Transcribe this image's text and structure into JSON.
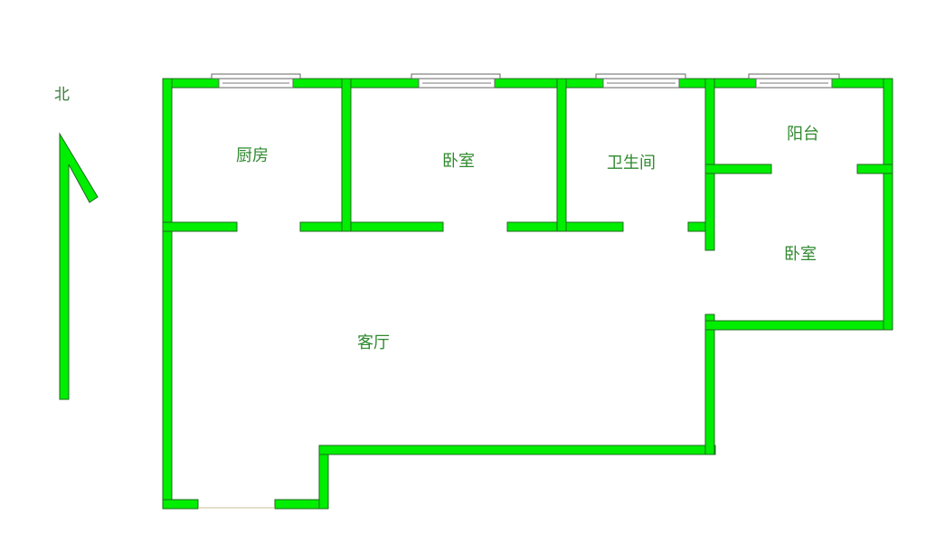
{
  "compass": {
    "label": "北",
    "direction": "north"
  },
  "rooms": [
    {
      "id": "kitchen",
      "label": "厨房"
    },
    {
      "id": "bedroom1",
      "label": "卧室"
    },
    {
      "id": "bathroom",
      "label": "卫生间"
    },
    {
      "id": "balcony",
      "label": "阳台"
    },
    {
      "id": "bedroom2",
      "label": "卧室"
    },
    {
      "id": "living",
      "label": "客厅"
    }
  ],
  "colors": {
    "wall": "#00ee00",
    "wall_outline": "#1f6b1f",
    "label": "#2f8a2f"
  }
}
